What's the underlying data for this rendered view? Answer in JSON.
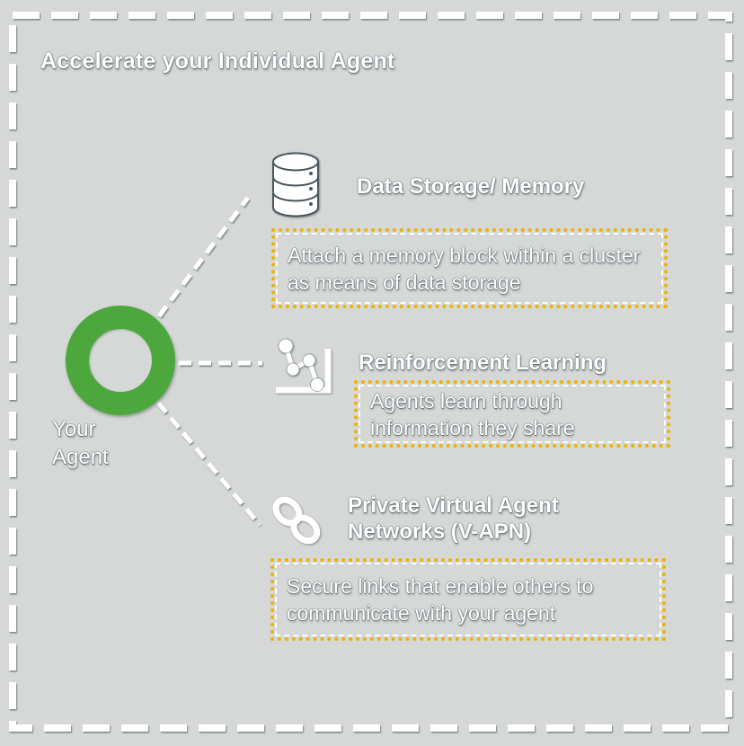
{
  "title": "Accelerate your Individual Agent",
  "center": {
    "label_line1": "Your",
    "label_line2": "Agent"
  },
  "branches": [
    {
      "icon": "database-icon",
      "heading": "Data Storage/ Memory",
      "note": "Attach a memory block within a cluster as means of data storage"
    },
    {
      "icon": "line-chart-icon",
      "heading": "Reinforcement Learning",
      "note": "Agents learn through information they share"
    },
    {
      "icon": "chain-link-icon",
      "heading": "Private Virtual Agent Networks (V-APN)",
      "note": "Secure links that enable others to communicate with your agent"
    }
  ],
  "colors": {
    "background": "#D6D8D7",
    "ring_green": "#4CA83C",
    "note_border_yellow": "#EDB301",
    "line_and_text": "#FFFFFF",
    "shadow": "#3E4A4F"
  }
}
